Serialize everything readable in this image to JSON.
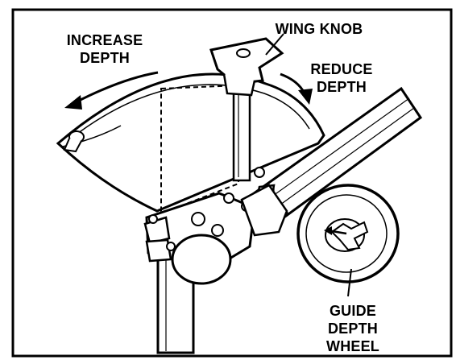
{
  "labels": {
    "increase_line1": "INCREASE",
    "increase_line2": "DEPTH",
    "wing_knob": "WING KNOB",
    "reduce_line1": "REDUCE",
    "reduce_line2": "DEPTH",
    "guide_line1": "GUIDE",
    "guide_line2": "DEPTH",
    "guide_line3": "WHEEL"
  },
  "colors": {
    "ink": "#000000",
    "paper": "#ffffff"
  }
}
